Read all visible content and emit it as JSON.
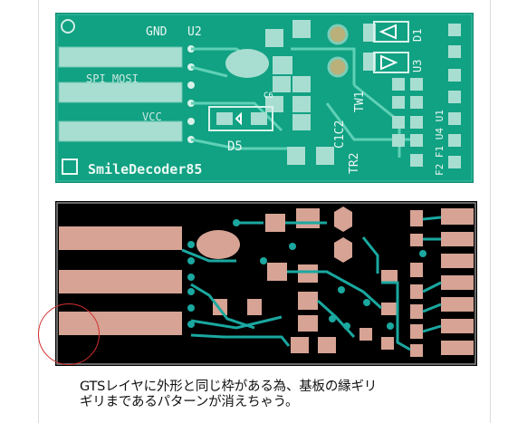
{
  "photo": {
    "labels": {
      "gnd": "GND",
      "u2": "U2",
      "spi_mosi": "SPI MOSI",
      "vcc": "VCC",
      "d5": "D5",
      "brand": "SmileDecoder85",
      "c1c2": "C1C2",
      "tw1": "TW1",
      "tr2": "TR2",
      "d1": "D1",
      "u3": "U3",
      "c6": "C6",
      "fn": "F2 F1 U4 U1"
    },
    "colors": {
      "board": "#0e9a7e",
      "copper": "#9be0cf",
      "trace": "#5fc9b0"
    }
  },
  "gerber": {
    "colors": {
      "background": "#000000",
      "pad": "#d6a394",
      "trace": "#1aa8a0"
    }
  },
  "caption": {
    "line1": "GTSレイヤに外形と同じ枠がある為、基板の縁ギリ",
    "line2": "ギリまであるパターンが消えちゃう。"
  },
  "annotation": {
    "circle_color": "#d32f2f"
  }
}
